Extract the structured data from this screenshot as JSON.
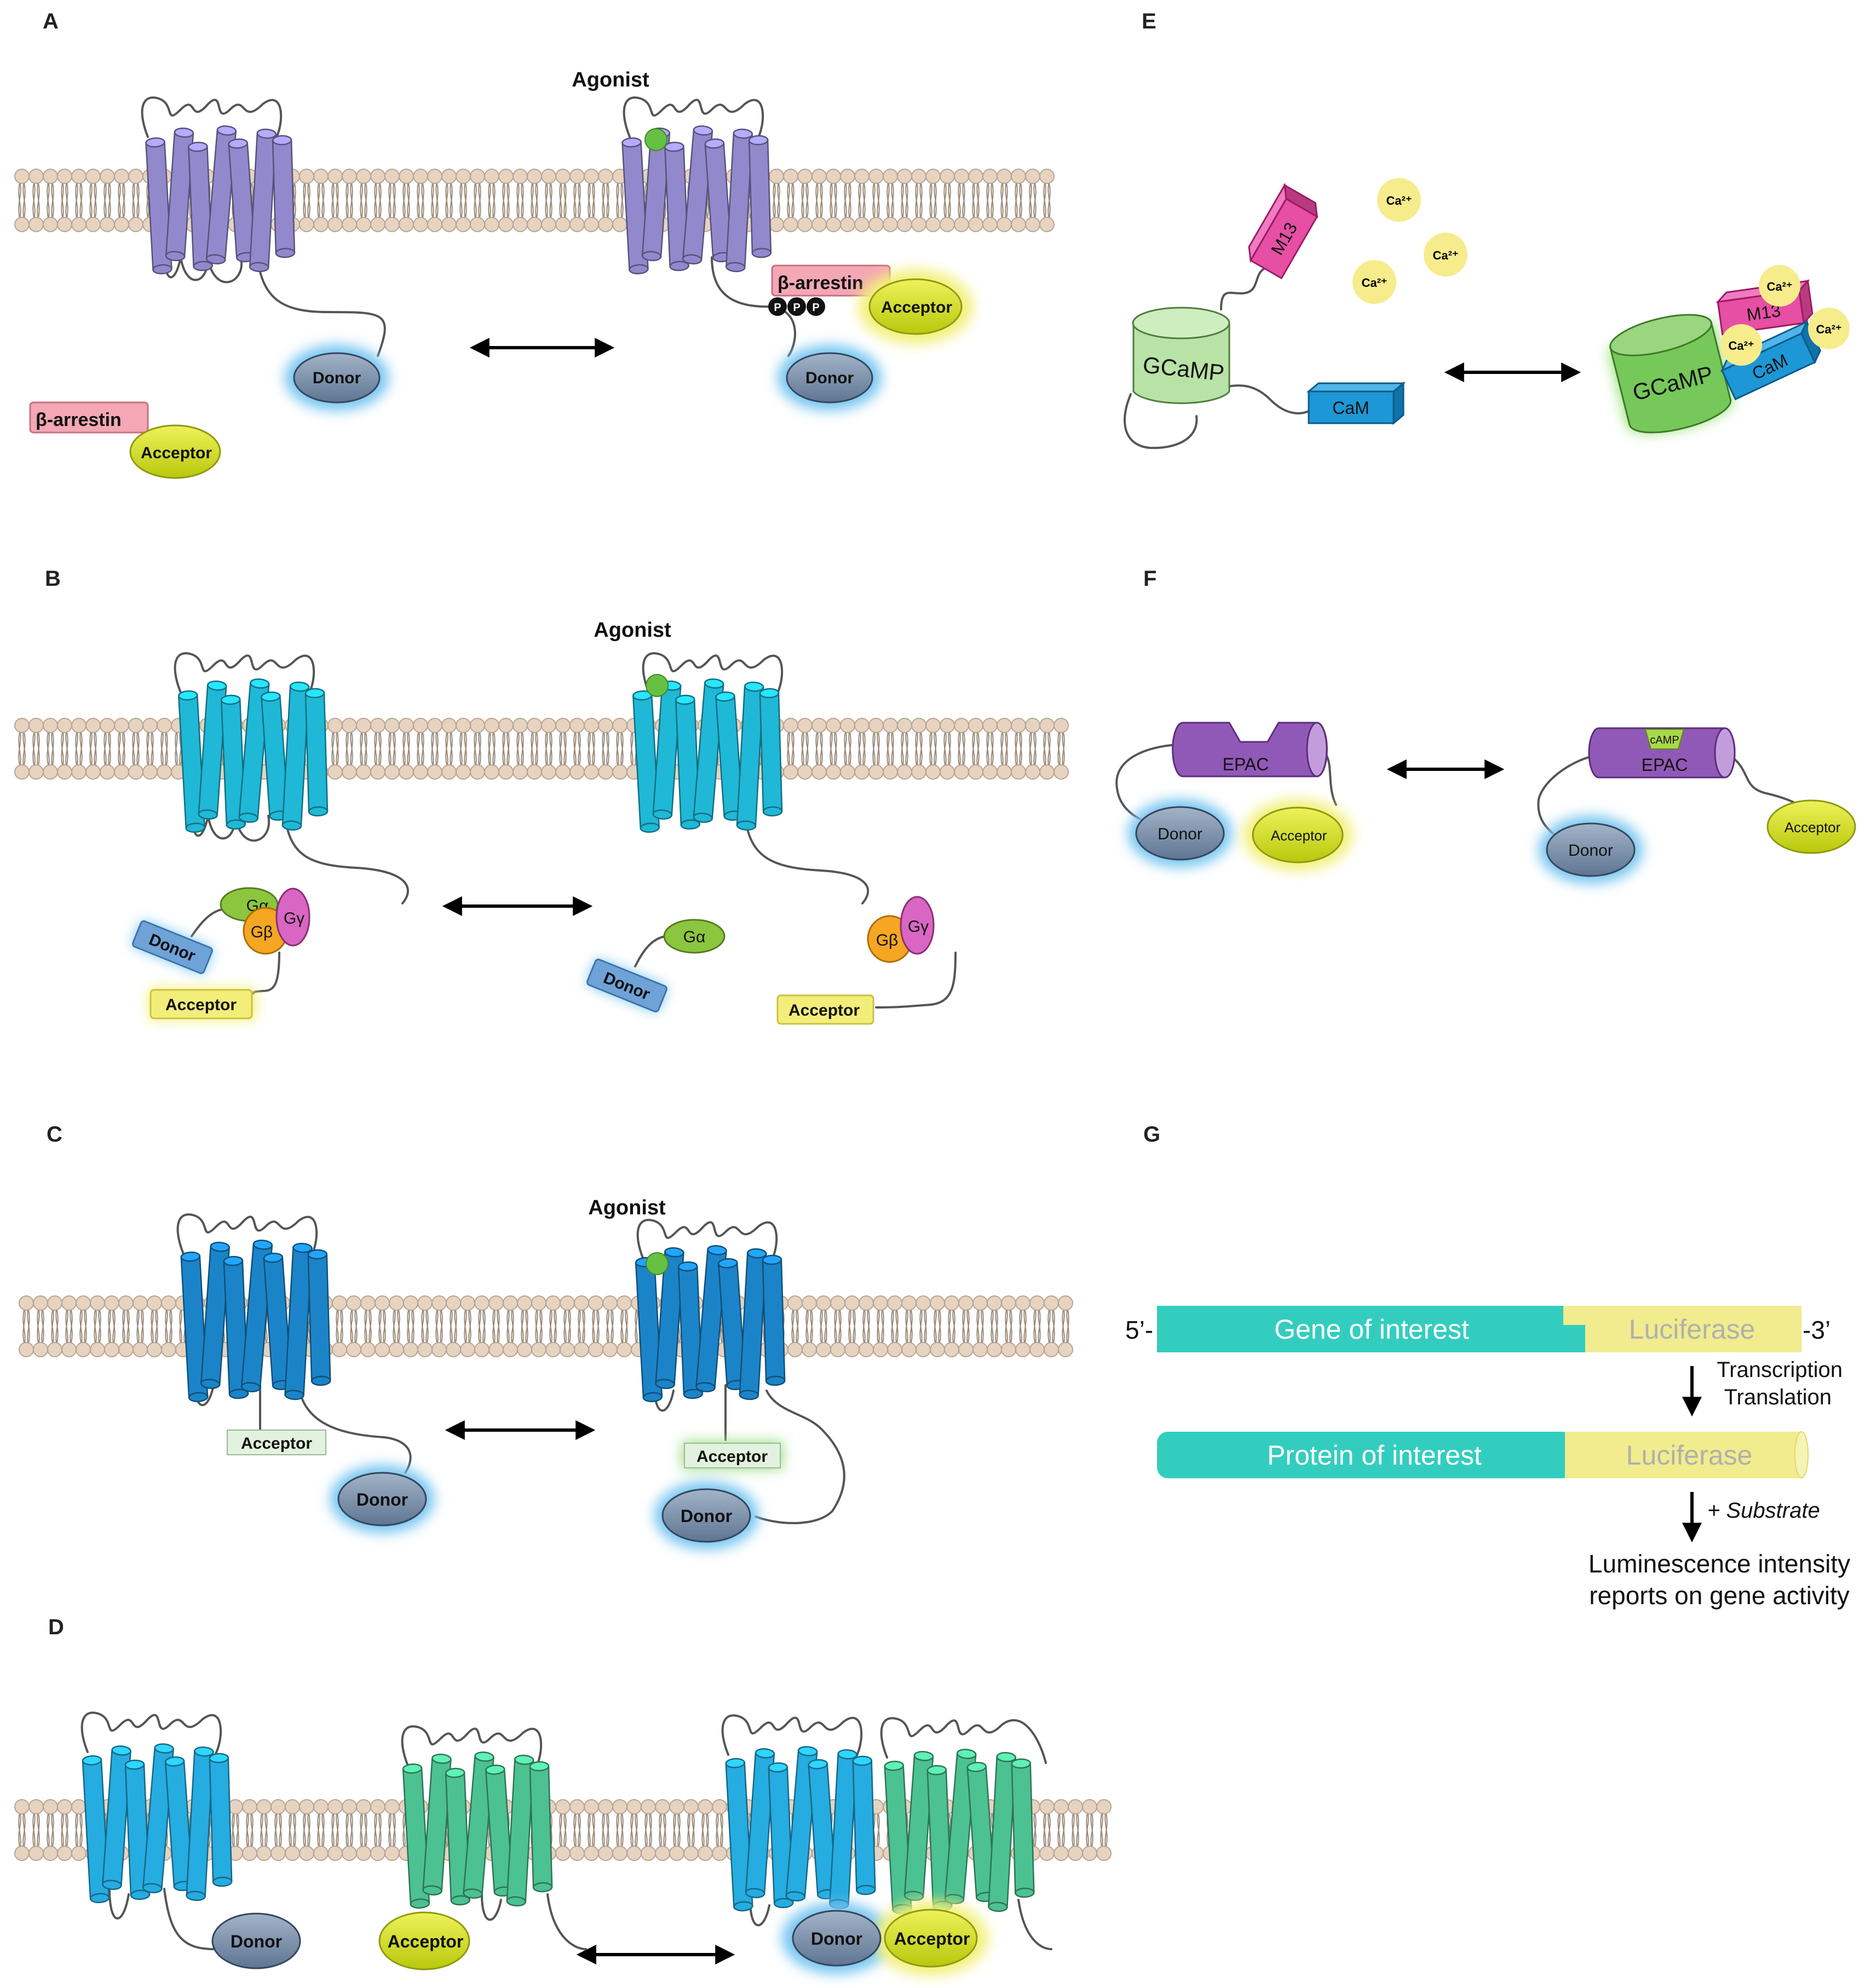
{
  "panels": [
    {
      "letter": "A"
    },
    {
      "letter": "B"
    },
    {
      "letter": "C"
    },
    {
      "letter": "D"
    },
    {
      "letter": "E"
    },
    {
      "letter": "F"
    },
    {
      "letter": "G"
    }
  ],
  "labels": {
    "agonist": "Agonist",
    "donor": "Donor",
    "acceptor": "Acceptor",
    "beta_arrestin": "β-arrestin",
    "phospho": "P",
    "g_alpha": "Gα",
    "g_beta": "Gβ",
    "g_gamma": "Gγ",
    "gcamp": "GCaMP",
    "m13": "M13",
    "cam": "CaM",
    "ca2": "Ca²⁺",
    "epac": "EPAC",
    "camp": "cAMP",
    "gene_of_interest": "Gene of interest",
    "protein_of_interest": "Protein of interest",
    "luciferase": "Luciferase",
    "five_prime": "5’-",
    "three_prime": "-3’",
    "transcription": "Transcription",
    "translation": "Translation",
    "plus_substrate": "+ Substrate",
    "lum_line1": "Luminescence intensity",
    "lum_line2": "reports on gene activity"
  },
  "colors": {
    "membrane_head": "#e6d3c0",
    "gpcr_purple": "#9189cc",
    "gpcr_cyan": "#1fb8d6",
    "gpcr_blue": "#1b84c8",
    "gpcr_lightblue": "#25ace0",
    "gpcr_green": "#4cc191",
    "donor": "#7f94b0",
    "acceptor": "#d4e21b",
    "arrestin": "#f4a7b4",
    "gcamp_light": "#b9e2a6",
    "gcamp_dark": "#76c85a",
    "m13": "#e64fa3",
    "cam": "#1d97d6",
    "ca": "#f6ec8c",
    "epac": "#9159b7",
    "gene_teal": "#33cdbf",
    "luciferase": "#f1ec8d"
  }
}
